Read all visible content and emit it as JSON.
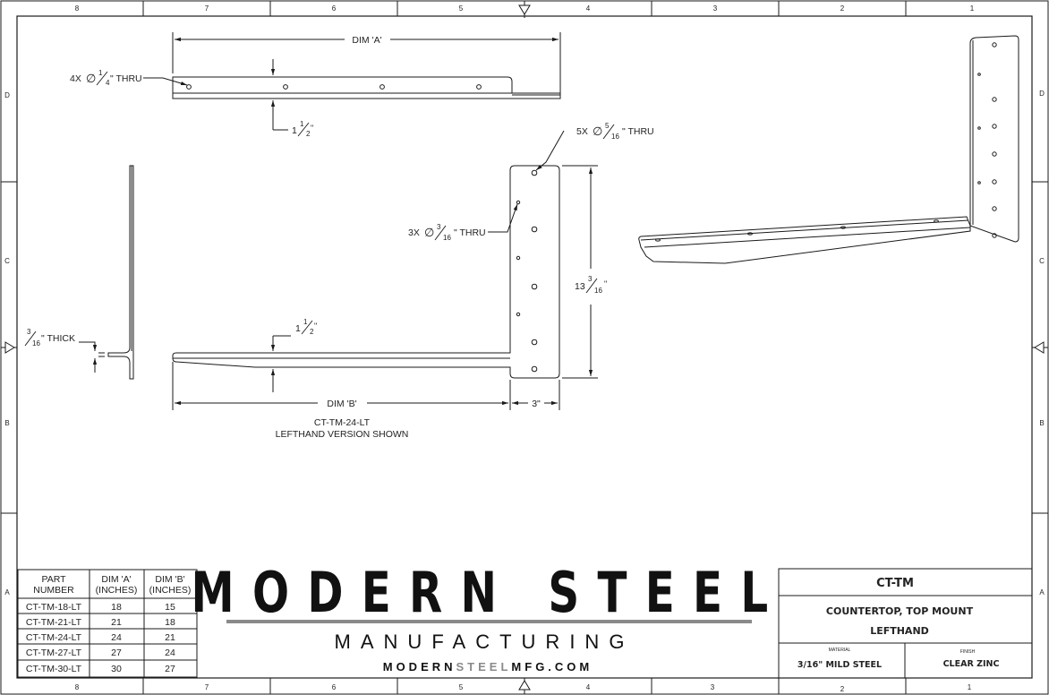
{
  "border": {
    "cols_top": [
      "8",
      "7",
      "6",
      "5",
      "4",
      "3",
      "2",
      "1"
    ],
    "cols_bottom": [
      "8",
      "7",
      "6",
      "5",
      "4",
      "3",
      "2",
      "1"
    ],
    "rows_left": [
      "D",
      "C",
      "B",
      "A"
    ],
    "rows_right": [
      "D",
      "C",
      "B",
      "A"
    ]
  },
  "top_view": {
    "dim_a": "DIM 'A'",
    "holes_callout": "4X ∅¼\" THRU",
    "holes_qty": "4X",
    "holes_frac_num": "1",
    "holes_frac_den": "4",
    "holes_suffix": "\" THRU",
    "flange_whole": "1",
    "flange_num": "1",
    "flange_den": "2",
    "flange_suffix": "\""
  },
  "front_view": {
    "holes_large_qty": "5X",
    "holes_large_num": "5",
    "holes_large_den": "16",
    "holes_large_suffix": "\" THRU",
    "holes_small_qty": "3X",
    "holes_small_num": "3",
    "holes_small_den": "16",
    "holes_small_suffix": "\" THRU",
    "height_whole": "13",
    "height_num": "3",
    "height_den": "16",
    "height_suffix": "\"",
    "flange_whole": "1",
    "flange_num": "1",
    "flange_den": "2",
    "flange_suffix": "\"",
    "dim_b": "DIM 'B'",
    "leg_width": "3\"",
    "caption_line1": "CT-TM-24-LT",
    "caption_line2": "LEFTHAND VERSION SHOWN"
  },
  "side_view": {
    "thick_num": "3",
    "thick_den": "16",
    "thick_suffix": "\" THICK"
  },
  "parts_table": {
    "headers": [
      [
        "PART",
        "NUMBER"
      ],
      [
        "DIM 'A'",
        "(INCHES)"
      ],
      [
        "DIM 'B'",
        "(INCHES)"
      ]
    ],
    "rows": [
      [
        "CT-TM-18-LT",
        "18",
        "15"
      ],
      [
        "CT-TM-21-LT",
        "21",
        "18"
      ],
      [
        "CT-TM-24-LT",
        "24",
        "21"
      ],
      [
        "CT-TM-27-LT",
        "27",
        "24"
      ],
      [
        "CT-TM-30-LT",
        "30",
        "27"
      ]
    ]
  },
  "logo": {
    "line1": "MODERN STEEL",
    "line2": "MANUFACTURING",
    "url_part1": "MODERN",
    "url_part2": "STEEL",
    "url_part3": "MFG.COM"
  },
  "title_block": {
    "part_no": "CT-TM",
    "desc_line1": "COUNTERTOP, TOP MOUNT",
    "desc_line2": "LEFTHAND",
    "material_label": "MATERIAL",
    "material": "3/16\" MILD STEEL",
    "finish_label": "FINISH",
    "finish": "CLEAR ZINC"
  },
  "colors": {
    "line": "#1a1a1a",
    "logo_bar": "#8a8a8a",
    "url_gray": "#8a8a8a"
  }
}
